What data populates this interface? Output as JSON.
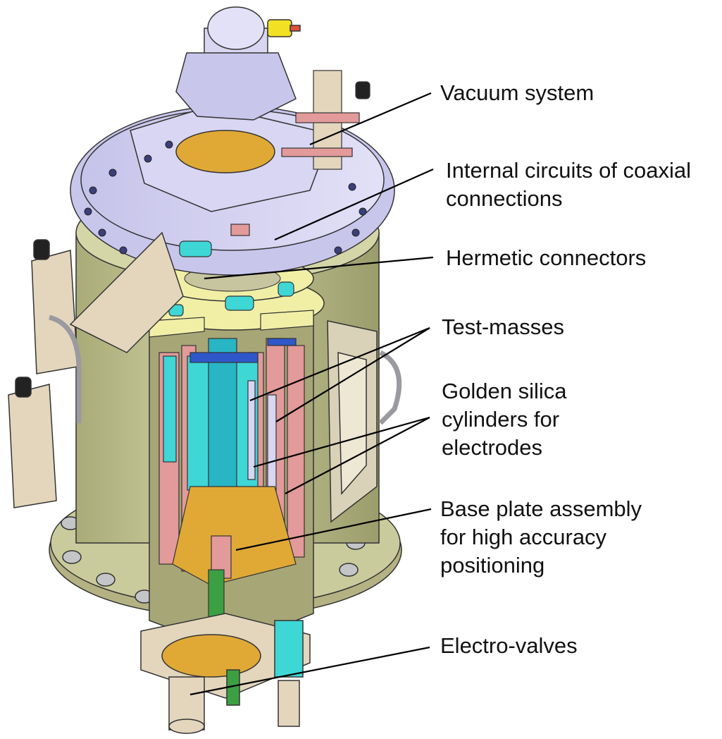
{
  "diagram": {
    "labels": [
      "Vacuum system",
      "Internal circuits of coaxial\nconnections",
      "Hermetic connectors",
      "Test-masses",
      "Golden silica\ncylinders for\nelectrodes",
      "Base plate assembly\nfor high accuracy\npositioning",
      "Electro-valves"
    ]
  },
  "colors": {
    "body_olive": "#c9ccA0",
    "outer_dark": "#9fa070",
    "yellow_plate": "#f1efa6",
    "gold": "#e0a936",
    "cyan": "#3fd6d6",
    "pink": "#e39a9a",
    "lavender": "#d8d6f2",
    "beige": "#e3d6bd",
    "orange": "#f0b34a",
    "green": "#3ca043",
    "yellow_cap": "#f2e024",
    "leader_line": "#000000",
    "text": "#111111"
  }
}
